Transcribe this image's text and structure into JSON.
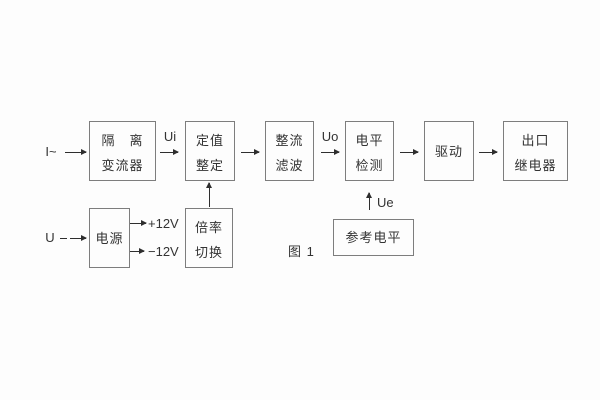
{
  "diagram": {
    "boxes": {
      "isolation": {
        "line1": "隔　离",
        "line2": "变流器"
      },
      "setting": {
        "line1": "定值",
        "line2": "整定"
      },
      "rectify": {
        "line1": "整流",
        "line2": "滤波"
      },
      "detect": {
        "line1": "电平",
        "line2": "检测"
      },
      "drive": {
        "line1": "驱动"
      },
      "relay": {
        "line1": "出口",
        "line2": "继电器"
      },
      "power": {
        "line1": "电源"
      },
      "ratio": {
        "line1": "倍率",
        "line2": "切换"
      },
      "reference": {
        "line1": "参考电平"
      }
    },
    "labels": {
      "input_current": "I~",
      "input_voltage": "U",
      "ui": "Ui",
      "uo": "Uo",
      "ue": "Ue",
      "plus12v": "+12V",
      "minus12v": "−12V"
    },
    "caption": "图 1",
    "colors": {
      "background": "#fdfdfd",
      "box_border": "#7d7d7d",
      "line": "#2e2e2e",
      "text": "#333333"
    }
  }
}
